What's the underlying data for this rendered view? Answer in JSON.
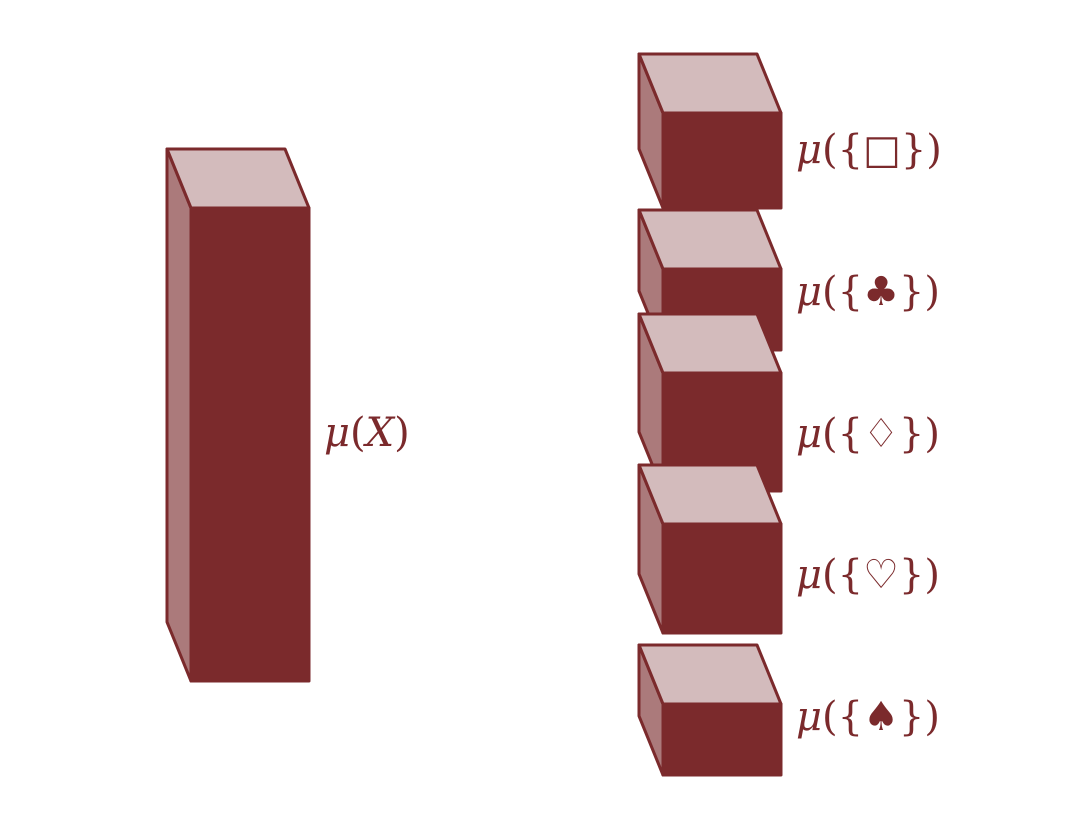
{
  "colors": {
    "front": "#7b2a2c",
    "top": "#d3bbbc",
    "side": "#ab7a7b",
    "stroke": "#7b2a2c",
    "label": "#7b2a2c"
  },
  "whole": {
    "label": {
      "mu": "μ",
      "open": "(",
      "arg": "X",
      "close": ")"
    }
  },
  "parts": [
    {
      "label": {
        "mu": "μ",
        "open": "({",
        "arg": "□",
        "close": "})"
      },
      "suit": "square",
      "suit_icon": "square-icon"
    },
    {
      "label": {
        "mu": "μ",
        "open": "({",
        "arg": "♣",
        "close": "})"
      },
      "suit": "club",
      "suit_icon": "club-icon"
    },
    {
      "label": {
        "mu": "μ",
        "open": "({",
        "arg": "♢",
        "close": "})"
      },
      "suit": "diamond",
      "suit_icon": "diamond-outline-icon"
    },
    {
      "label": {
        "mu": "μ",
        "open": "({",
        "arg": "♡",
        "close": "})"
      },
      "suit": "heart",
      "suit_icon": "heart-outline-icon"
    },
    {
      "label": {
        "mu": "μ",
        "open": "({",
        "arg": "♠",
        "close": "})"
      },
      "suit": "spade",
      "suit_icon": "spade-icon"
    }
  ]
}
